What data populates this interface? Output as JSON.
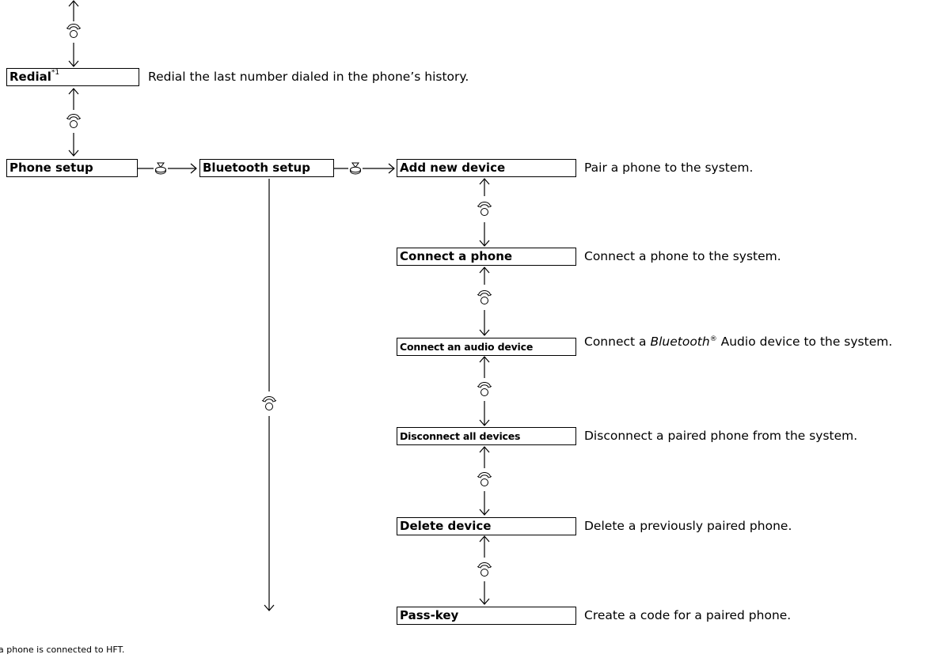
{
  "menu": {
    "redial": {
      "label": "Redial",
      "superscript": "*1",
      "description": "Redial the last number dialed in the phone’s history."
    },
    "phone_setup": {
      "label": "Phone setup"
    },
    "bluetooth_setup": {
      "label": "Bluetooth setup"
    },
    "items": [
      {
        "label": "Add new device",
        "description": "Pair a phone to the system."
      },
      {
        "label": "Connect a phone",
        "description": "Connect a phone to the system."
      },
      {
        "label": "Connect an audio device",
        "description_before": "Connect a ",
        "description_italic": "Bluetooth",
        "description_reg": "®",
        "description_after": " Audio device to the system."
      },
      {
        "label": "Disconnect all devices",
        "description": "Disconnect a paired phone from the system."
      },
      {
        "label": "Delete device",
        "description": "Delete a previously paired phone."
      },
      {
        "label": "Pass-key",
        "description": "Create a code for a paired phone."
      }
    ]
  },
  "footnote": "a phone is connected to HFT.",
  "icons": {
    "rotate": "knob-rotate-icon",
    "press": "knob-press-icon"
  }
}
